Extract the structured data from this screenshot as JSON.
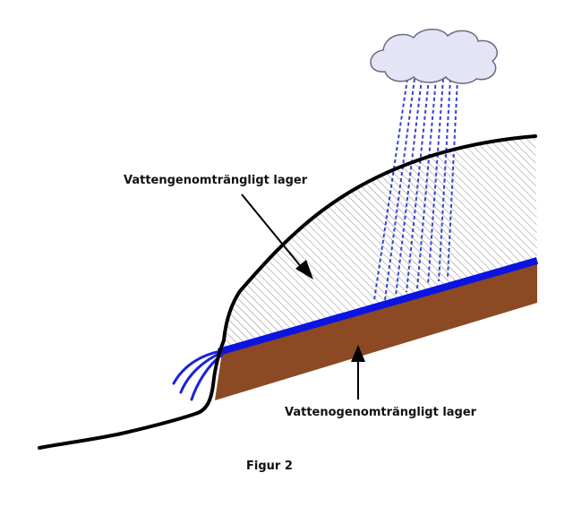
{
  "labels": {
    "permeable_layer": "Vattengenomträngligt lager",
    "impermeable_layer": "Vattenogenomträngligt lager",
    "caption": "Figur 2"
  },
  "colors": {
    "ground_outline": "#000000",
    "hatch_line": "#8a8a8a",
    "water_layer": "#0b14e0",
    "rain": "#3344cc",
    "clay_layer": "#8b4a24",
    "cloud_fill": "#e4e4f6",
    "cloud_outline": "#6a6a80",
    "spring_water": "#1a24d8"
  },
  "icons": {
    "cloud": "cloud-icon",
    "rain": "rain-streaks",
    "spring": "spring-outflow"
  }
}
